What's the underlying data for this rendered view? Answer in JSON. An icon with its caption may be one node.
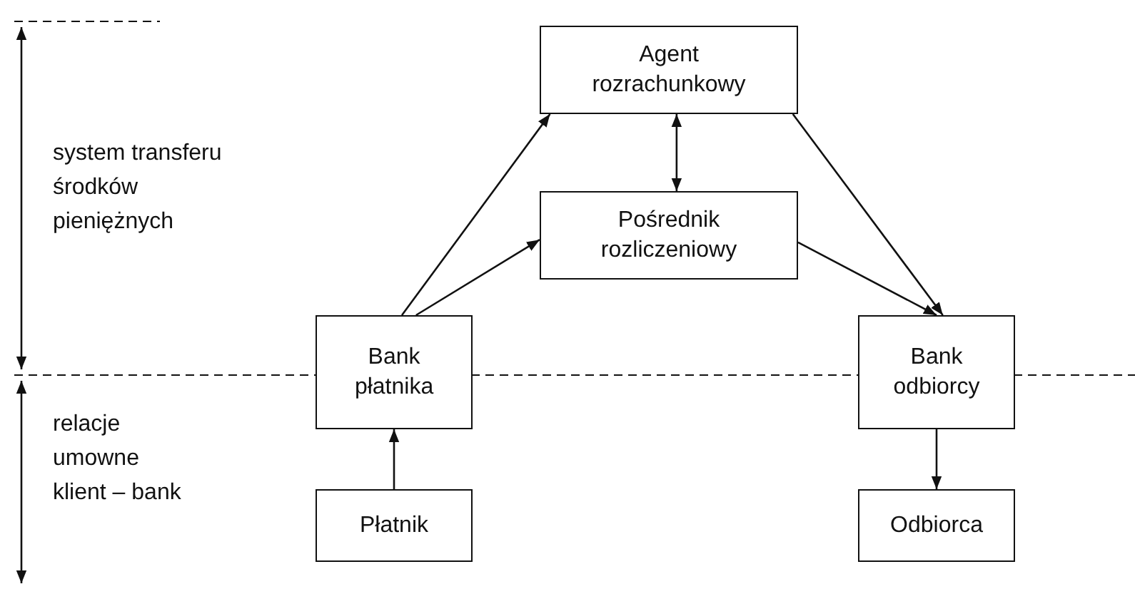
{
  "diagram": {
    "nodes": [
      {
        "text": [
          "Agent rozrachunkowy"
        ]
      },
      {
        "text": [
          "Pośrednik rozliczeniowy"
        ]
      },
      {
        "text": [
          "Bank płatnika"
        ]
      },
      {
        "text": [
          "Bank odbiorcy"
        ]
      },
      {
        "text": [
          "Płatnik"
        ]
      },
      {
        "text": [
          "Odbiorca"
        ]
      }
    ],
    "edges": [
      {
        "from": 2,
        "to": 0,
        "arrow": "to"
      },
      {
        "from": 2,
        "to": 1,
        "arrow": "to"
      },
      {
        "from": 0,
        "to": 1,
        "arrow": "both"
      },
      {
        "from": 0,
        "to": 3,
        "arrow": "to"
      },
      {
        "from": 1,
        "to": 3,
        "arrow": "to"
      },
      {
        "from": 4,
        "to": 2,
        "arrow": "to"
      },
      {
        "from": 3,
        "to": 5,
        "arrow": "to"
      }
    ],
    "labels": [
      "system transferu środków pieniężnych",
      "relacje umowne klient – bank"
    ]
  }
}
